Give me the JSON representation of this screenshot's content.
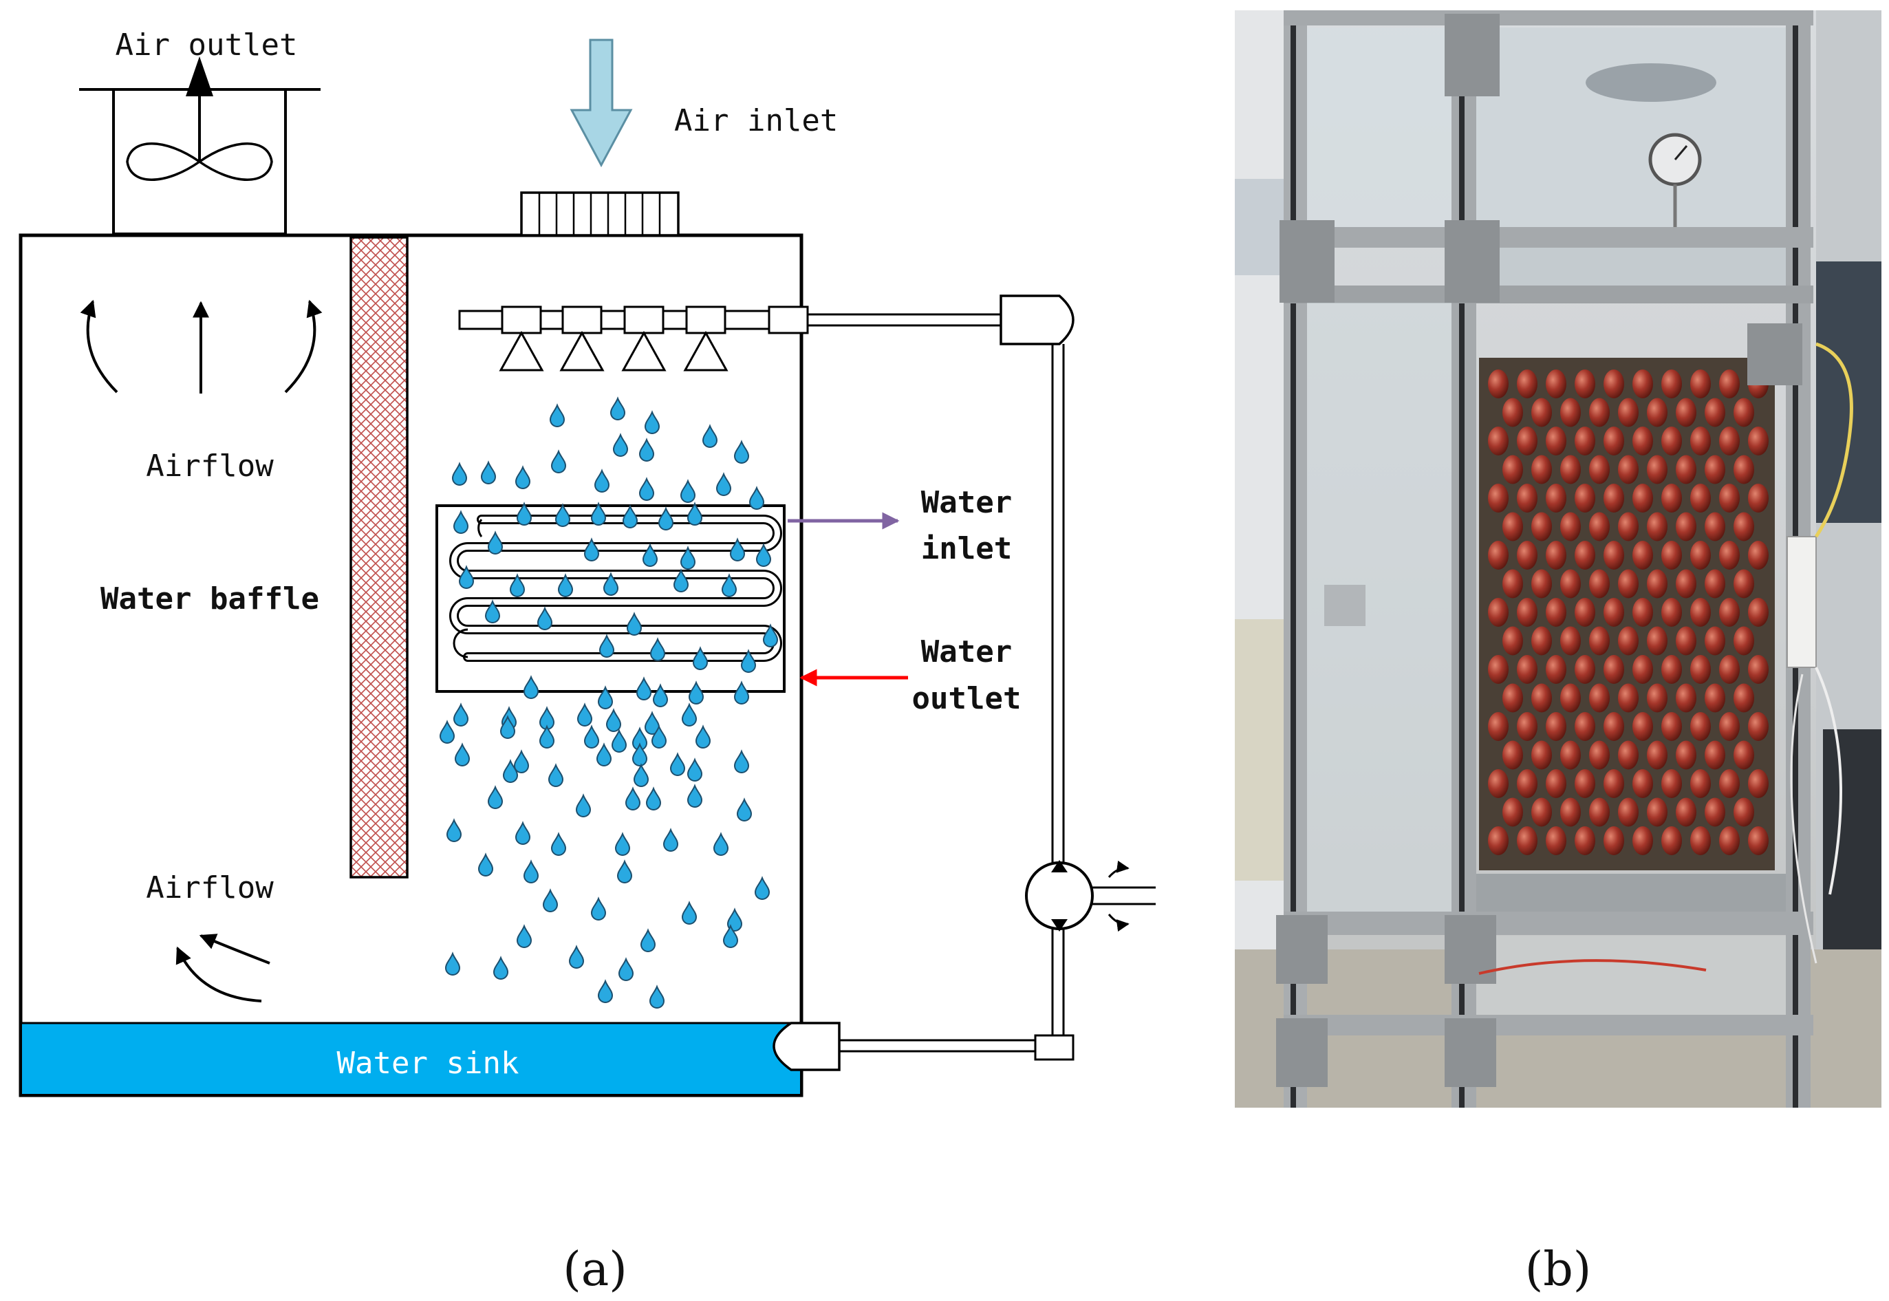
{
  "labels": {
    "air_outlet": "Air outlet",
    "air_inlet": "Air inlet",
    "airflow_top": "Airflow",
    "airflow_bottom": "Airflow",
    "water_baffle": "Water baffle",
    "water_inlet_line1": "Water",
    "water_inlet_line2": "inlet",
    "water_outlet_line1": "Water",
    "water_outlet_line2": "outlet",
    "water_sink": "Water sink"
  },
  "captions": {
    "a": "(a)",
    "b": "(b)"
  },
  "colors": {
    "droplet": "#29A9E1",
    "sink": "#00AEEF",
    "inlet_arrow": "#A8D6E5",
    "water_inlet_arrow": "#8064A2",
    "water_outlet_arrow": "#FF0000",
    "baffle_pattern": "#C0504D"
  }
}
